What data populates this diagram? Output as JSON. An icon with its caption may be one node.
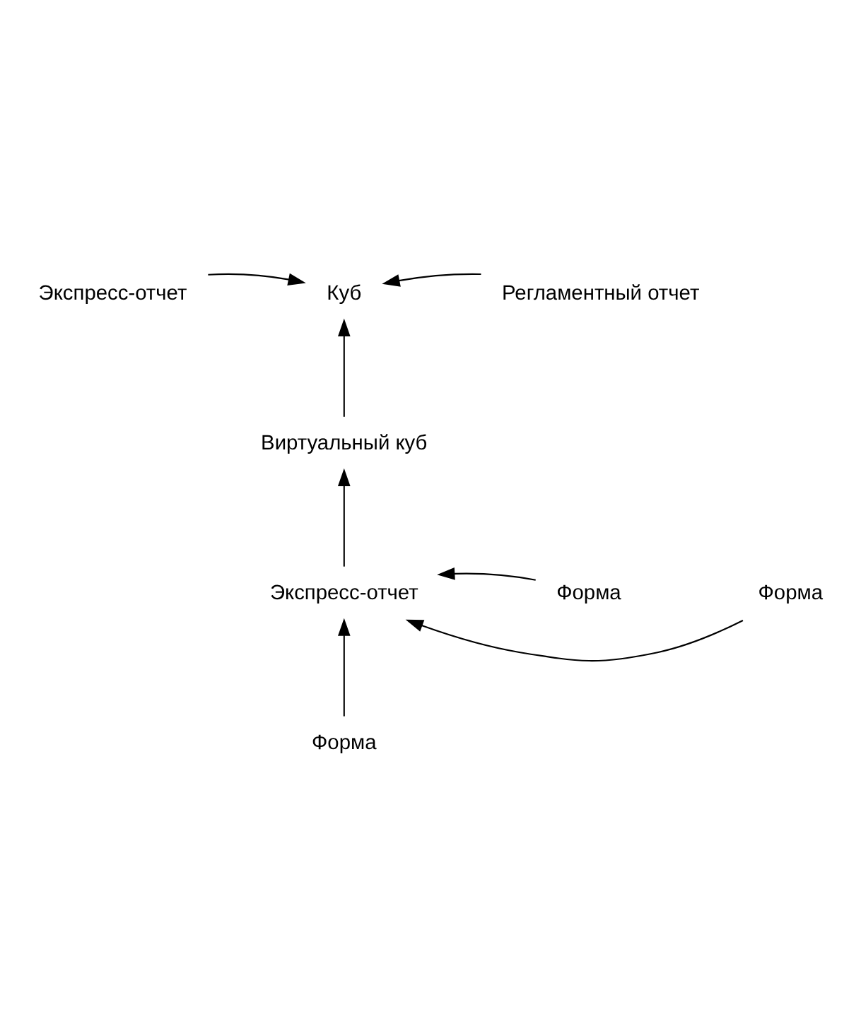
{
  "diagram": {
    "nodes": [
      {
        "text": [
          "Экспресс-отчет"
        ]
      },
      {
        "text": [
          "Куб"
        ]
      },
      {
        "text": [
          "Регламентный отчет"
        ]
      },
      {
        "text": [
          "Виртуальный куб"
        ]
      },
      {
        "text": [
          "Форма"
        ]
      },
      {
        "text": [
          "Экспресс-отчет"
        ]
      },
      {
        "text": [
          "Форма"
        ]
      },
      {
        "text": [
          "Форма"
        ]
      }
    ],
    "edges": [
      {
        "from": 0,
        "to": 1,
        "arrow": "to"
      },
      {
        "from": 2,
        "to": 1,
        "arrow": "to"
      },
      {
        "from": 3,
        "to": 1,
        "arrow": "to"
      },
      {
        "from": 5,
        "to": 3,
        "arrow": "to"
      },
      {
        "from": 4,
        "to": 5,
        "arrow": "to"
      },
      {
        "from": 6,
        "to": 5,
        "arrow": "to"
      },
      {
        "from": 7,
        "to": 5,
        "arrow": "to"
      }
    ]
  }
}
